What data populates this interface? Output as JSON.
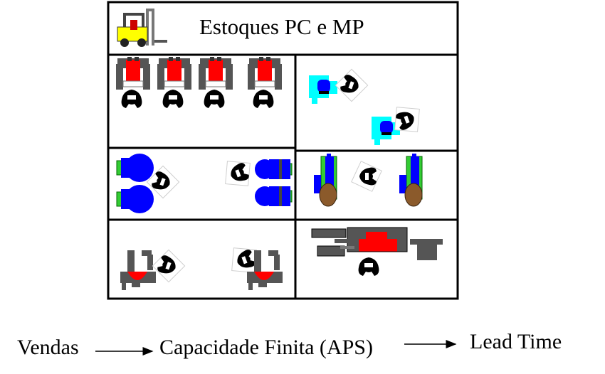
{
  "header": {
    "title": "Estoques PC e MP",
    "icon": "forklift-icon"
  },
  "flow": {
    "steps": [
      "Vendas",
      "Capacidade Finita (APS)",
      "Lead Time"
    ]
  },
  "colors": {
    "machine_red": "#ff0000",
    "machine_blue": "#0000ff",
    "machine_cyan": "#00ffff",
    "machine_dark": "#555555",
    "machine_green": "#33cc33",
    "stock_brown": "#8b5a2b",
    "forklift_yellow": "#ffff00"
  },
  "cells": [
    {
      "id": "cell-red-presses",
      "machines": 4,
      "operators": 4
    },
    {
      "id": "cell-cyan-machines",
      "machines": 2,
      "operators": 2
    },
    {
      "id": "cell-blue-machines",
      "machines": 4,
      "operators": 2
    },
    {
      "id": "cell-green-machines",
      "machines": 2,
      "operators": 1
    },
    {
      "id": "cell-red-bowl-machines",
      "machines": 2,
      "operators": 2
    },
    {
      "id": "cell-assembly-line",
      "machines": 1,
      "operators": 1
    }
  ]
}
